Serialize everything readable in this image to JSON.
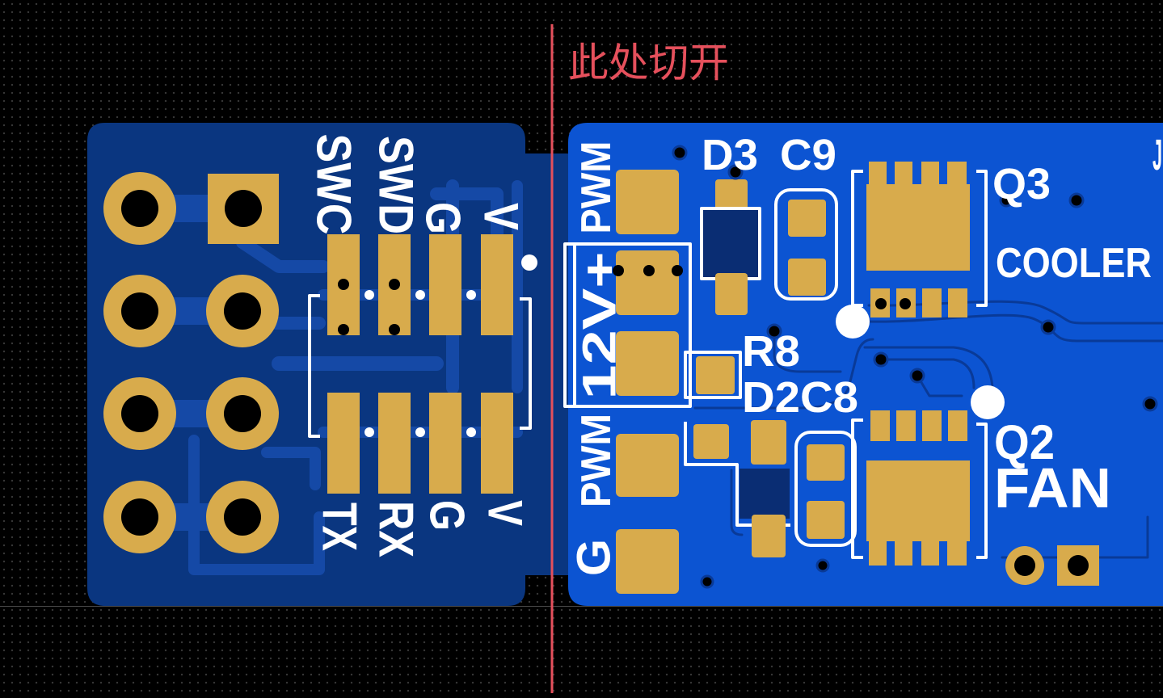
{
  "annotation": {
    "text": "此处切开"
  },
  "colors": {
    "background": "#000000",
    "grid_dot": "#3a3a3a",
    "left_board": "#0a3680",
    "left_trace": "#1549a6",
    "right_board": "#0c54d2",
    "right_trace": "#093a98",
    "component_body": "#0a2d73",
    "pad_gold": "#d8ab4c",
    "silkscreen": "#ffffff",
    "hole": "#000000",
    "cut_line": "#e5505c"
  },
  "left_board": {
    "top_labels": [
      "SWC",
      "SWD",
      "G",
      "V"
    ],
    "bottom_labels": [
      "TX",
      "RX",
      "G",
      "V"
    ]
  },
  "right_board": {
    "side_labels": {
      "pwm_top": "PWM",
      "power": "12V+",
      "pwm_bottom": "PWM",
      "ground": "G"
    },
    "components": {
      "d3": "D3",
      "c9": "C9",
      "q3": "Q3",
      "cooler": "COOLER",
      "r8": "R8",
      "d2c8": "D2C8",
      "q2": "Q2",
      "fan": "FAN",
      "j": "J"
    }
  }
}
